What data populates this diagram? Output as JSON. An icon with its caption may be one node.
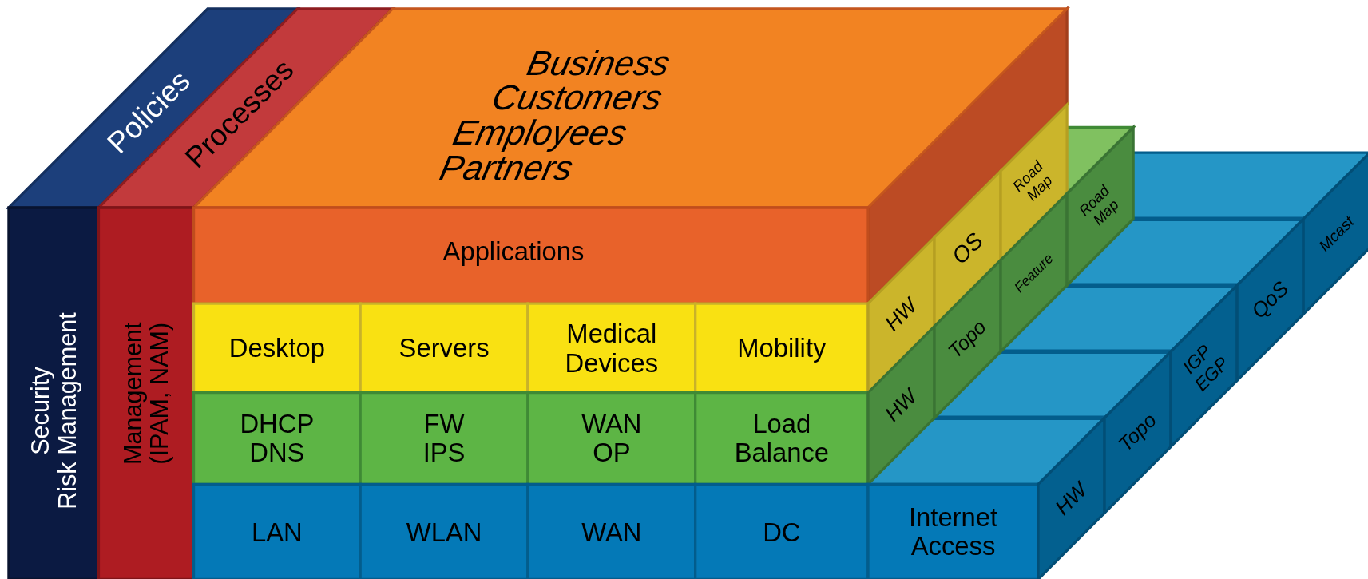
{
  "diagram": {
    "nodes": [
      {
        "text": [
          "Policies"
        ]
      },
      {
        "text": [
          "Processes"
        ]
      },
      {
        "text": [
          "Business",
          "Customers",
          "Employees",
          "Partners"
        ]
      },
      {
        "text": [
          "Security Risk Management"
        ]
      },
      {
        "text": [
          "Management (IPAM, NAM)"
        ]
      },
      {
        "text": [
          "Applications"
        ]
      },
      {
        "text": [
          "Desktop"
        ]
      },
      {
        "text": [
          "Servers"
        ]
      },
      {
        "text": [
          "Medical Devices"
        ]
      },
      {
        "text": [
          "Mobility"
        ]
      },
      {
        "text": [
          "HW"
        ]
      },
      {
        "text": [
          "OS"
        ]
      },
      {
        "text": [
          "Road Map"
        ]
      },
      {
        "text": [
          "DHCP DNS"
        ]
      },
      {
        "text": [
          "FW IPS"
        ]
      },
      {
        "text": [
          "WAN OP"
        ]
      },
      {
        "text": [
          "Load Balance"
        ]
      },
      {
        "text": [
          "HW"
        ]
      },
      {
        "text": [
          "Topo"
        ]
      },
      {
        "text": [
          "Feature"
        ]
      },
      {
        "text": [
          "Road Map"
        ]
      },
      {
        "text": [
          "LAN"
        ]
      },
      {
        "text": [
          "WLAN"
        ]
      },
      {
        "text": [
          "WAN"
        ]
      },
      {
        "text": [
          "DC"
        ]
      },
      {
        "text": [
          "Internet Access"
        ]
      },
      {
        "text": [
          "HW"
        ]
      },
      {
        "text": [
          "Topo"
        ]
      },
      {
        "text": [
          "IGP EGP"
        ]
      },
      {
        "text": [
          "QoS"
        ]
      },
      {
        "text": [
          "Mcast"
        ]
      }
    ]
  }
}
